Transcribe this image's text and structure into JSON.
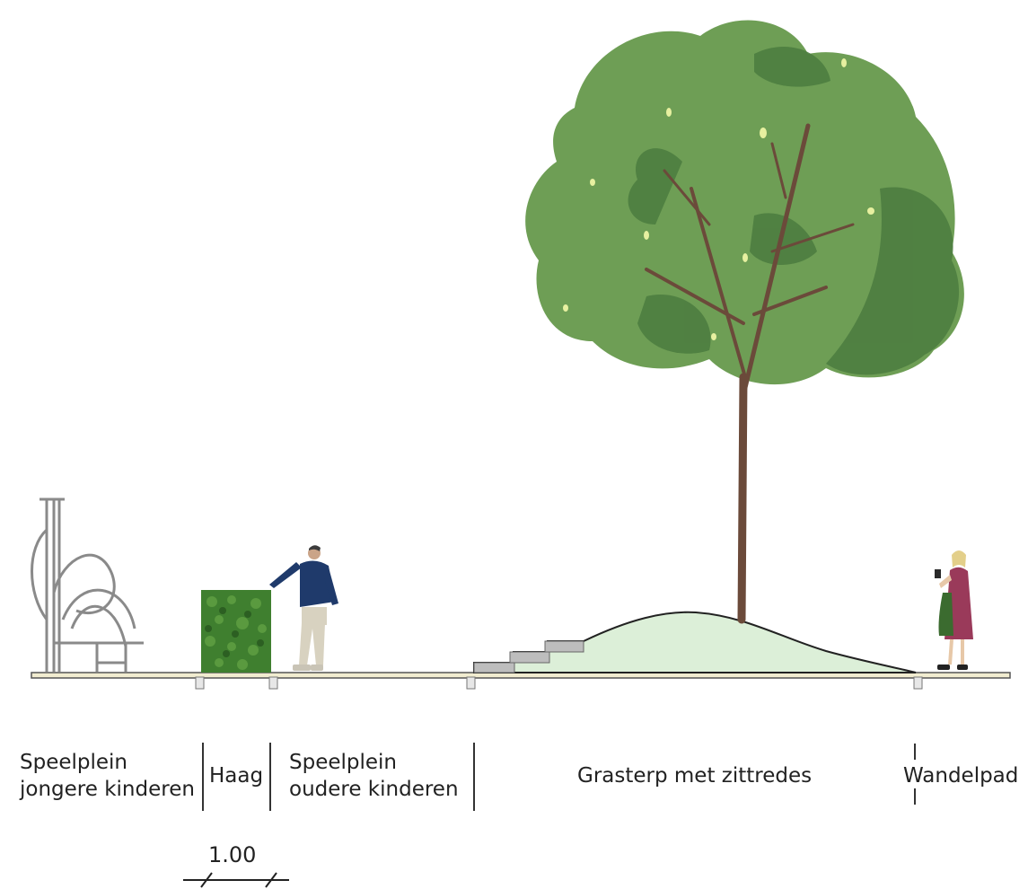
{
  "zones": [
    {
      "id": "speelplein-jong",
      "lines": [
        "Speelplein",
        "jongere kinderen"
      ]
    },
    {
      "id": "haag",
      "lines": [
        "Haag"
      ]
    },
    {
      "id": "speelplein-oud",
      "lines": [
        "Speelplein",
        "oudere kinderen"
      ]
    },
    {
      "id": "grasterp",
      "lines": [
        "Grasterp met zittredes"
      ]
    },
    {
      "id": "wandelpad",
      "lines": [
        "Wandelpad"
      ]
    }
  ],
  "scale_bar": {
    "label": "1.00"
  },
  "colors": {
    "ground": "#f1ecd0",
    "ground_line": "#555555",
    "mound_fill": "#dcefd8",
    "steps": "#bdbdbd",
    "hedge": "#3f7f2f",
    "foliage_light": "#6e9e55",
    "foliage_dark": "#4d7d40",
    "trunk": "#6b4a3a",
    "play_equipment": "#888888"
  }
}
